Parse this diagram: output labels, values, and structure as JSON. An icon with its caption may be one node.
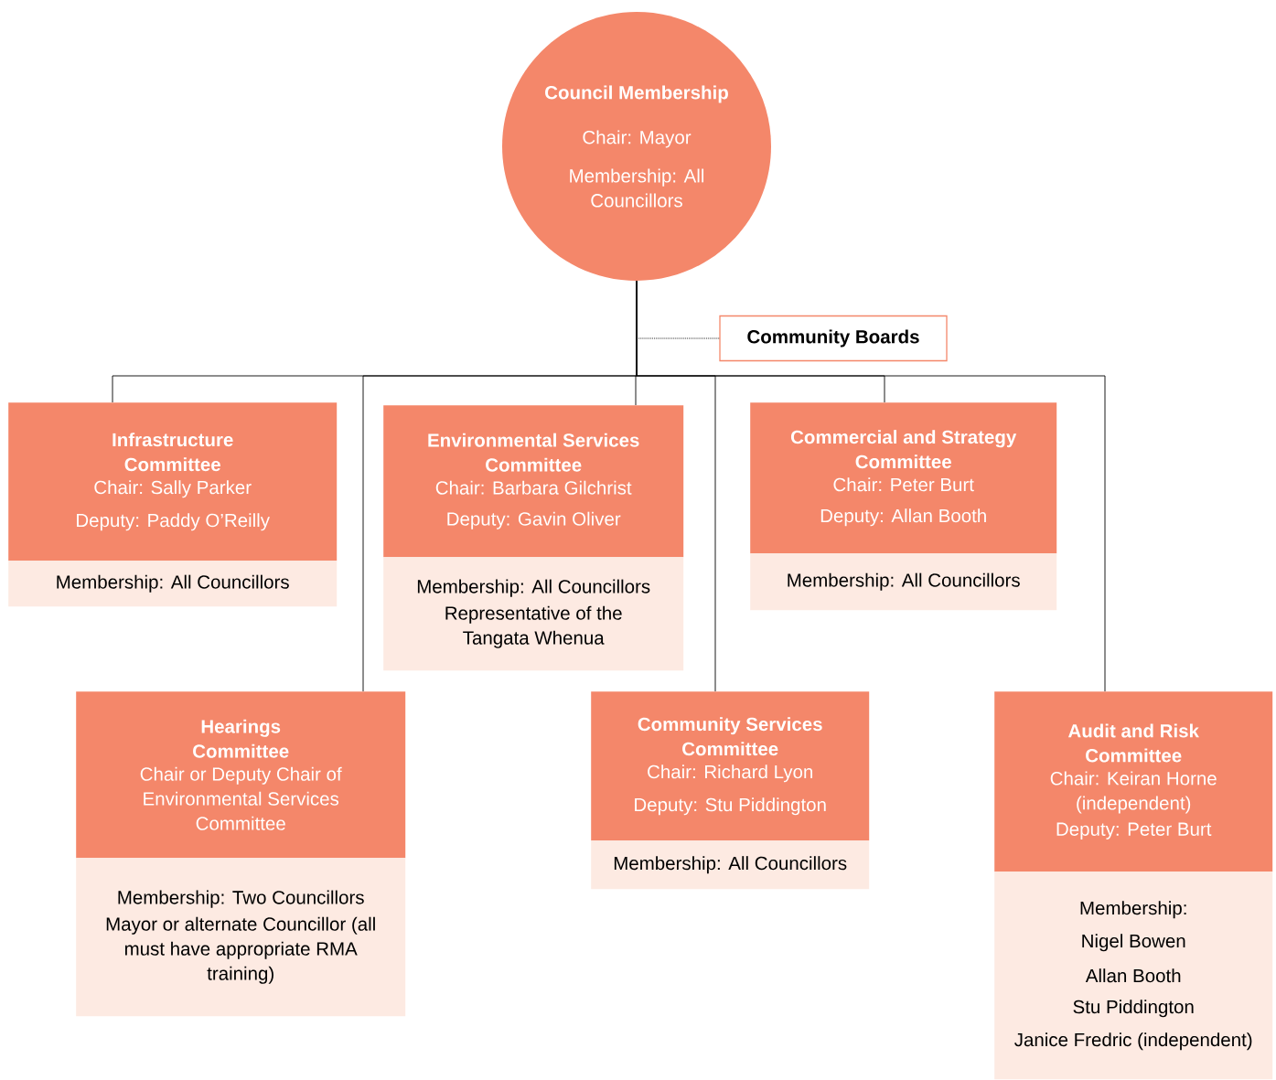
{
  "diagram": {
    "nodes": [
      {
        "text": [
          "Council Membership",
          "Chair: Mayor",
          "Membership: All Councillors"
        ]
      },
      {
        "text": [
          "Community Boards"
        ]
      },
      {
        "text": [
          "Infrastructure Committee",
          "Chair: Sally Parker",
          "Deputy: Paddy O’Reilly",
          "Membership: All Councillors"
        ]
      },
      {
        "text": [
          "Environmental Services Committee",
          "Chair: Barbara Gilchrist",
          "Deputy: Gavin Oliver",
          "Membership: All Councillors",
          "Representative of the Tangata Whenua"
        ]
      },
      {
        "text": [
          "Commercial and Strategy Committee",
          "Chair: Peter Burt",
          "Deputy: Allan Booth",
          "Membership: All Councillors"
        ]
      },
      {
        "text": [
          "Hearings Committee",
          "Chair or Deputy Chair of Environmental Services Committee",
          "Membership: Two Councillors",
          "Mayor or alternate Councillor (all must have appropriate RMA training)"
        ]
      },
      {
        "text": [
          "Community Services Committee",
          "Chair: Richard Lyon",
          "Deputy: Stu Piddington",
          "Membership: All Councillors"
        ]
      },
      {
        "text": [
          "Audit and Risk Committee",
          "Chair: Keiran Horne (independent)",
          "Deputy: Peter Burt",
          "Membership:",
          "Nigel Bowen",
          "Allan Booth",
          "Stu Piddington",
          "Janice Fredric (independent)"
        ]
      }
    ],
    "edges": [
      {
        "from": 0,
        "to": 1,
        "arrow": "none",
        "style": "dashed"
      },
      {
        "from": 0,
        "to": 2,
        "arrow": "none"
      },
      {
        "from": 0,
        "to": 3,
        "arrow": "none"
      },
      {
        "from": 0,
        "to": 4,
        "arrow": "none"
      },
      {
        "from": 0,
        "to": 5,
        "arrow": "none"
      },
      {
        "from": 0,
        "to": 6,
        "arrow": "none"
      },
      {
        "from": 0,
        "to": 7,
        "arrow": "none"
      }
    ]
  }
}
